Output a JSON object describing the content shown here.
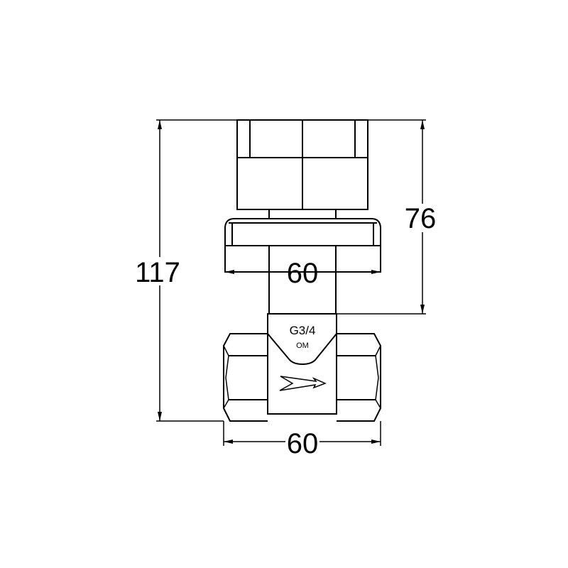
{
  "drawing": {
    "dimensions": {
      "total_height": "117",
      "upper_height": "76",
      "cap_width": "60",
      "body_width": "60"
    },
    "body_marking": {
      "thread": "G3/4",
      "code": "OM"
    },
    "line_color": "#000000",
    "background": "#ffffff"
  }
}
